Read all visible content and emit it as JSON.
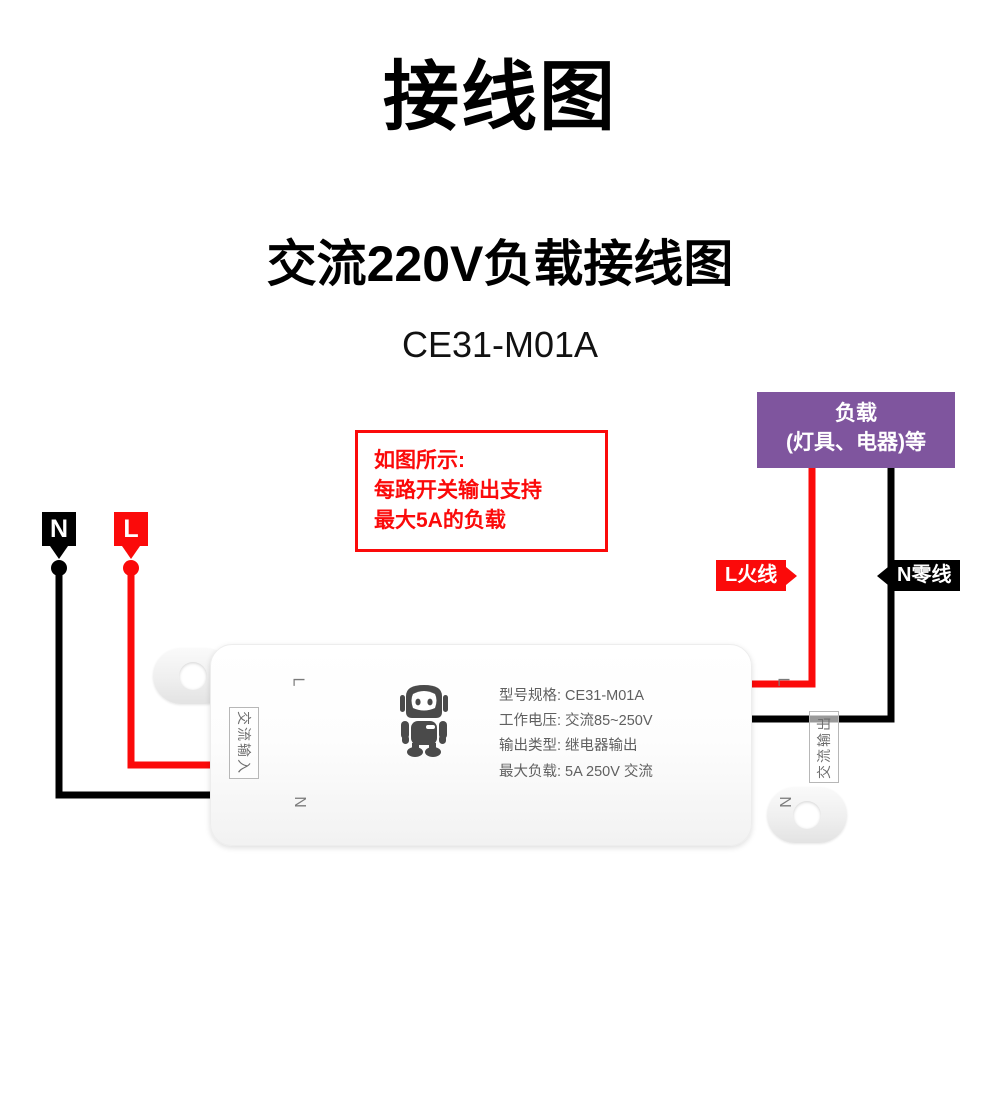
{
  "headings": {
    "main_title": "接线图",
    "sub_title": "交流220V负载接线图",
    "model": "CE31-M01A"
  },
  "note_box": {
    "lines": [
      "如图所示:",
      "每路开关输出支持",
      "最大5A的负载"
    ],
    "border_color": "#fb0a0a",
    "text_color": "#fb0a0a"
  },
  "load_box": {
    "line1": "负载",
    "line2": "(灯具、电器)等",
    "background_color": "#7f559e",
    "text_color": "#ffffff"
  },
  "source_flags": {
    "neutral": {
      "label": "N",
      "color": "#000000"
    },
    "live": {
      "label": "L",
      "color": "#fb0a0a"
    }
  },
  "wire_callouts": {
    "live": {
      "label": "L火线",
      "color": "#fb0a0a"
    },
    "neutral": {
      "label": "N零线",
      "color": "#000000"
    }
  },
  "device": {
    "input_side_label": "交流输入",
    "output_side_label": "交流输出",
    "terminals": {
      "input_l": "L",
      "input_n": "N",
      "output_l": "L",
      "output_n": "N"
    },
    "specs": [
      "型号规格: CE31-M01A",
      "工作电压: 交流85~250V",
      "输出类型: 继电器输出",
      "最大负载: 5A 250V 交流"
    ]
  },
  "wiring": {
    "live_wire_color": "#fb0a0a",
    "neutral_wire_color": "#000000"
  }
}
